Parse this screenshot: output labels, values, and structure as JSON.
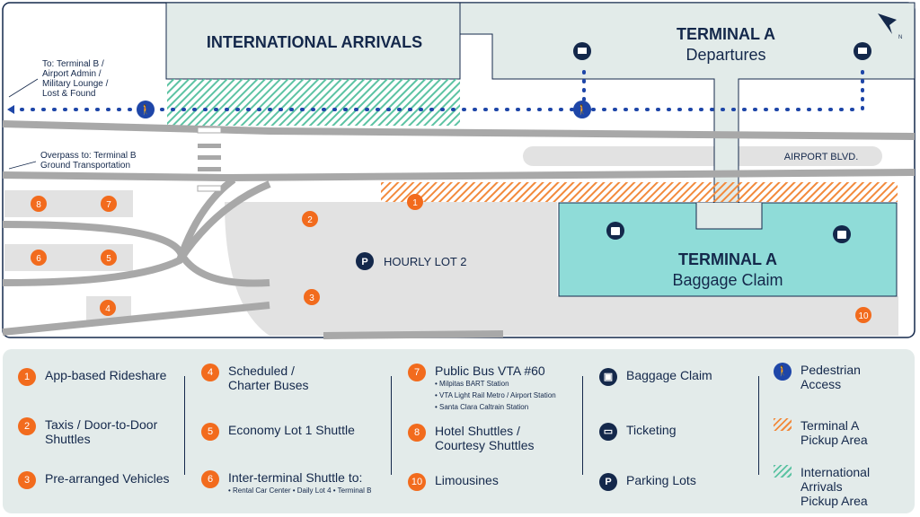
{
  "map": {
    "international_arrivals": "INTERNATIONAL ARRIVALS",
    "terminal_a_departures": [
      "TERMINAL A",
      "Departures"
    ],
    "terminal_a_baggage": [
      "TERMINAL A",
      "Baggage Claim"
    ],
    "airport_blvd": "AIRPORT BLVD.",
    "hourly_lot": "HOURLY LOT 2",
    "parking_glyph": "P",
    "to_terminal_b": [
      "To: Terminal B /",
      "Airport Admin /",
      "Military Lounge /",
      "Lost & Found"
    ],
    "overpass": [
      "Overpass to: Terminal B",
      "Ground Transportation"
    ],
    "markers": [
      "1",
      "2",
      "3",
      "4",
      "5",
      "6",
      "7",
      "8",
      "10"
    ]
  },
  "legend": {
    "items": [
      {
        "num": "1",
        "label": "App-based Rideshare"
      },
      {
        "num": "2",
        "label": "Taxis / Door-to-Door Shuttles"
      },
      {
        "num": "3",
        "label": "Pre-arranged Vehicles"
      },
      {
        "num": "4",
        "label": "Scheduled / Charter Buses"
      },
      {
        "num": "5",
        "label": "Economy Lot 1 Shuttle"
      },
      {
        "num": "6",
        "label": "Inter-terminal Shuttle to:",
        "sub": "• Rental Car Center  • Daily Lot 4  • Terminal B"
      },
      {
        "num": "7",
        "label": "Public Bus VTA #60",
        "subs": [
          "• Milpitas BART Station",
          "• VTA Light Rail Metro / Airport Station",
          "• Santa Clara Caltrain Station"
        ]
      },
      {
        "num": "8",
        "label": "Hotel Shuttles / Courtesy Shuttles"
      },
      {
        "num": "10",
        "label": "Limousines"
      }
    ],
    "symbols": {
      "baggage": "Baggage Claim",
      "ticketing": "Ticketing",
      "parking": "Parking Lots",
      "parking_glyph": "P",
      "pedestrian": "Pedestrian Access",
      "terminal_a_pickup": "Terminal A Pickup Area",
      "intl_pickup": "International Arrivals Pickup Area"
    }
  },
  "colors": {
    "navy": "#14284b",
    "orange": "#f26b1d",
    "teal": "#8fdcd8",
    "road": "#a8a8a8"
  }
}
